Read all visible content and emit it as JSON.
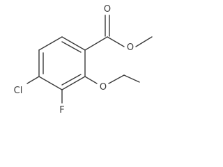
{
  "molecule": {
    "atoms": {
      "chlorine": "Cl",
      "fluorine": "F",
      "carbonyl_oxygen": "O",
      "ester_oxygen": "O",
      "ether_oxygen": "O"
    },
    "colors": {
      "bond": "#3a3a3a",
      "label": "#3a3a3a",
      "background": "#ffffff"
    }
  }
}
